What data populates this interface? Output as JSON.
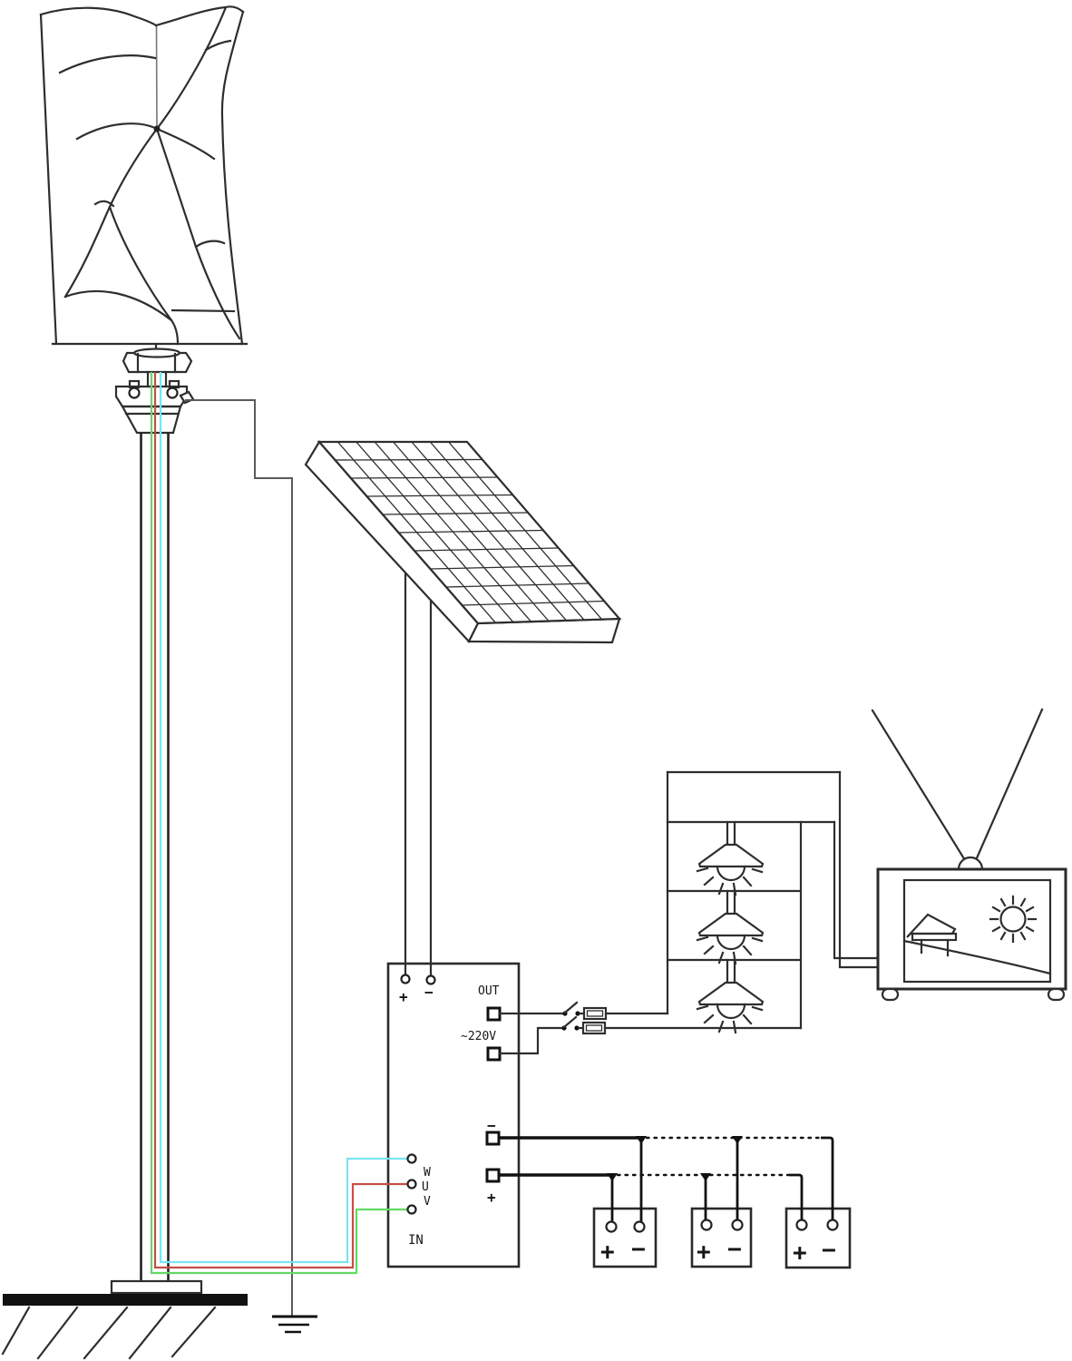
{
  "controller": {
    "solar_plus": "+",
    "solar_minus": "−",
    "out_label": "OUT",
    "ac_label": "~220V",
    "bus_minus_label": "−",
    "bus_plus_label": "+",
    "in_label": "IN",
    "phases": [
      {
        "label": "W"
      },
      {
        "label": "U"
      },
      {
        "label": "V"
      }
    ]
  },
  "batteries": [
    {
      "plus": "+",
      "minus": "−"
    },
    {
      "plus": "+",
      "minus": "−"
    },
    {
      "plus": "+",
      "minus": "−"
    }
  ],
  "colors": {
    "line": "#2e2e2e",
    "phase_w_wire": "#7ae4f0",
    "phase_u_wire": "#c25048",
    "phase_v_wire": "#63d963",
    "ground_wire": "#5a5a5a",
    "earth_bar": "#111111"
  }
}
